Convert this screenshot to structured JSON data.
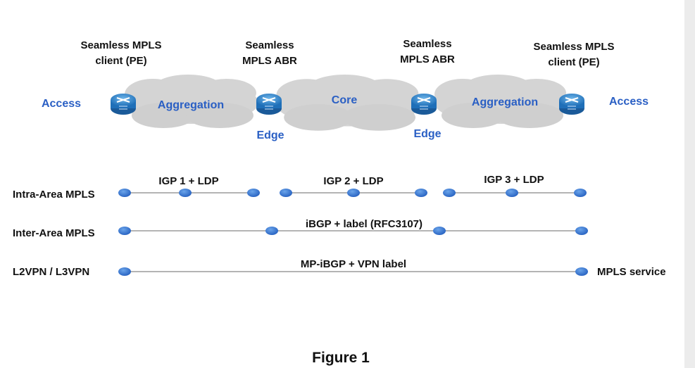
{
  "top_labels": {
    "pe_left": [
      "Seamless MPLS",
      "client (PE)"
    ],
    "abr_left": [
      "Seamless",
      "MPLS ABR"
    ],
    "abr_right": [
      "Seamless",
      "MPLS ABR"
    ],
    "pe_right": [
      "Seamless MPLS",
      "client (PE)"
    ]
  },
  "network": {
    "access_left": "Access",
    "access_right": "Access",
    "aggregation_left": "Aggregation",
    "core": "Core",
    "aggregation_right": "Aggregation",
    "edge_left": "Edge",
    "edge_right": "Edge"
  },
  "rows": {
    "intra": {
      "label": "Intra-Area MPLS",
      "segments": [
        "IGP 1 + LDP",
        "IGP 2 + LDP",
        "IGP 3 + LDP"
      ]
    },
    "inter": {
      "label": "Inter-Area MPLS",
      "segment": "iBGP + label (RFC3107)"
    },
    "vpn": {
      "label": "L2VPN / L3VPN",
      "segment": "MP-iBGP + VPN label",
      "end_label": "MPLS service"
    }
  },
  "caption": "Figure 1",
  "colors": {
    "accent": "#2a5fc4",
    "dot": "#2f6fd0",
    "cloud": "#d4d4d4"
  }
}
